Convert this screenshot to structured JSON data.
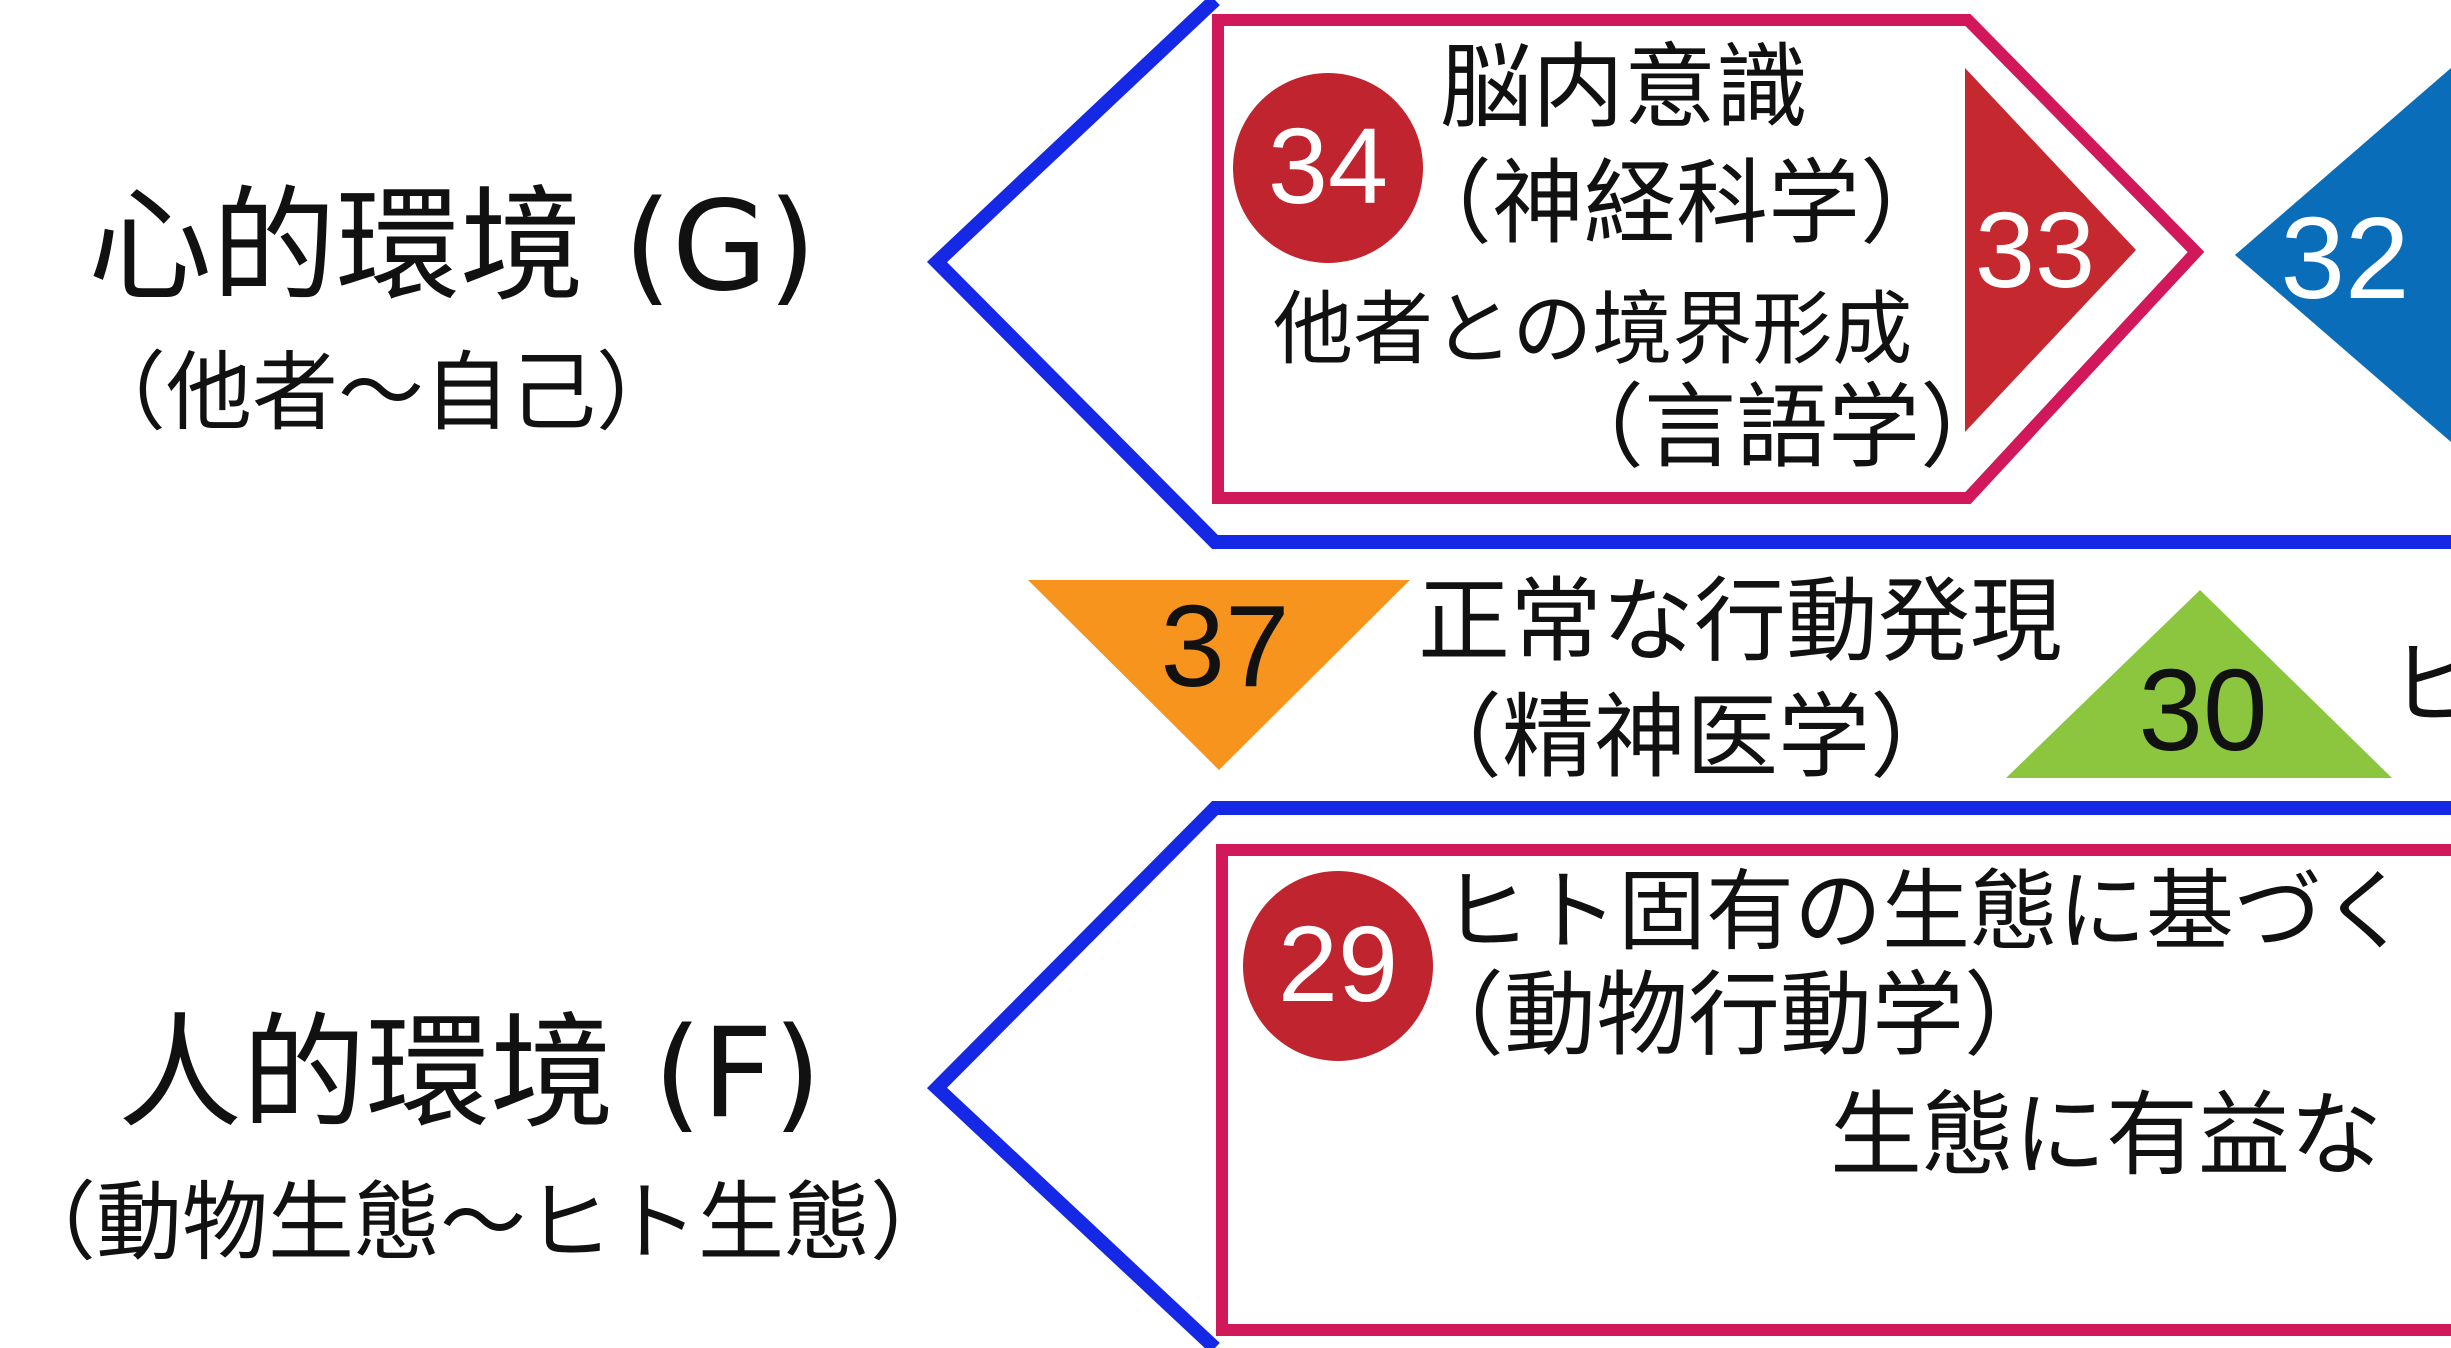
{
  "colors": {
    "blue_outline": "#1428e6",
    "magenta_outline": "#d0185a",
    "red_circle": "#c0242e",
    "red_triangle": "#c6282f",
    "blue_triangle": "#0a6dba",
    "orange_triangle": "#f7941d",
    "green_triangle": "#8cc63f"
  },
  "rows": {
    "g": {
      "title": "心的環境 (G)",
      "subtitle": "（他者〜自己）"
    },
    "f": {
      "title": "人的環境 (F)",
      "subtitle": "（動物生態〜ヒト生態）"
    }
  },
  "items": {
    "n34": {
      "number": "34",
      "title": "脳内意識",
      "field": "（神経科学）"
    },
    "n33": {
      "number": "33",
      "title": "他者との境界形成",
      "field": "（言語学）"
    },
    "n32": {
      "number": "32"
    },
    "n37": {
      "number": "37",
      "title": "正常な行動発現",
      "field": "（精神医学）"
    },
    "n30": {
      "number": "30",
      "title": "ヒ"
    },
    "n29": {
      "number": "29",
      "title": "ヒト固有の生態に基づく",
      "field": "（動物行動学）",
      "extra": "生態に有益な"
    }
  }
}
